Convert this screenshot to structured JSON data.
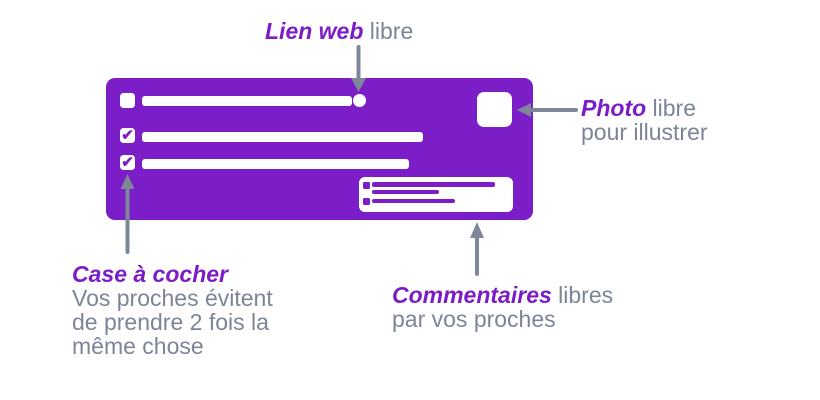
{
  "colors": {
    "card_purple": "#7B1EC8",
    "highlight_purple": "#7B1CC7",
    "gray_text": "#7C8598",
    "arrow_gray": "#7E8798",
    "white": "#FFFFFF"
  },
  "annotations": {
    "web_link": {
      "highlight": "Lien web",
      "rest": " libre"
    },
    "photo": {
      "highlight": "Photo",
      "rest": " libre",
      "line2": "pour illustrer"
    },
    "checkbox": {
      "highlight": "Case à cocher",
      "line2": "Vos proches évitent",
      "line3": "de prendre 2 fois la",
      "line4": "même chose"
    },
    "comments": {
      "highlight": "Commentaires",
      "rest": " libres",
      "line2": "par vos proches"
    }
  },
  "card": {
    "check_glyph": "✔",
    "rows": [
      {
        "state": "unchecked",
        "has_link_dot": true
      },
      {
        "state": "checked",
        "has_link_dot": false
      },
      {
        "state": "checked",
        "has_link_dot": false
      }
    ]
  }
}
